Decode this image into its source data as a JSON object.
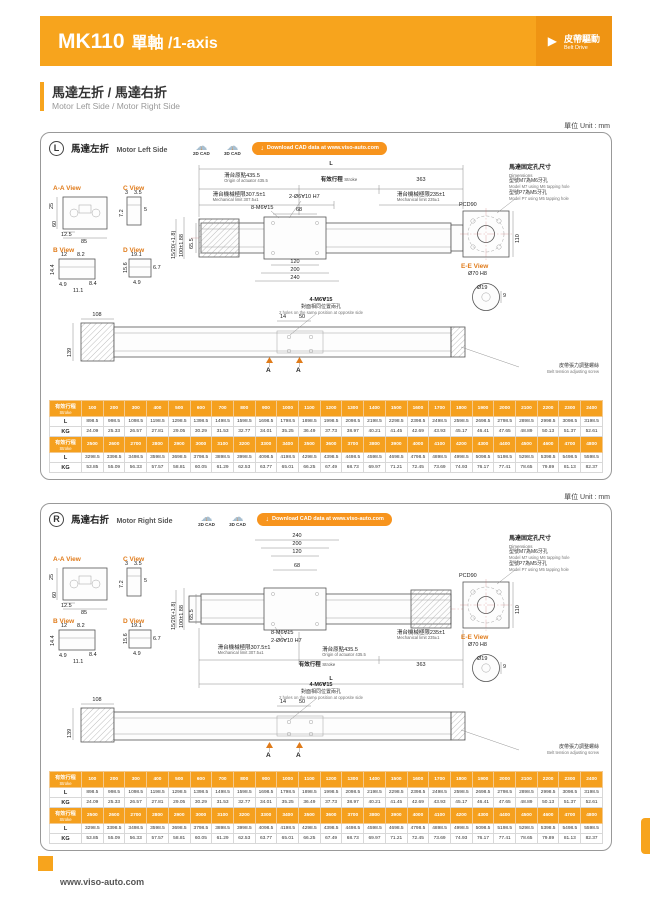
{
  "header": {
    "model": "MK110",
    "series": "單軸 /1-axis",
    "drive_zh": "皮帶驅動",
    "drive_en": "Belt Drive"
  },
  "section": {
    "title_zh": "馬達左折 / 馬達右折",
    "subtitle_en": "Motor Left Side / Motor Right Side"
  },
  "unit_note": "單位 Unit : mm",
  "cad": {
    "c2d": "2D CAD",
    "c3d": "3D CAD",
    "download": "Download CAD data at www.viso-auto.com"
  },
  "panels": [
    {
      "badge": "L",
      "title_zh": "馬達左折",
      "title_en": "Motor Left Side"
    },
    {
      "badge": "R",
      "title_zh": "馬達右折",
      "title_en": "Motor Right Side"
    }
  ],
  "views": {
    "aa": "A-A View",
    "c": "C View",
    "b": "B View",
    "d": "D View",
    "ee": "E-E View"
  },
  "dims": {
    "L": "L",
    "origin_zh": "滑台原點435.5",
    "origin_en": "Origin of actuator 435.5",
    "stroke_zh": "有效行程",
    "stroke_en": "Stroke",
    "d363": "363",
    "mech307_zh": "滑台機械極限307.5±1",
    "mech307_en": "Mechanical limit 307.5±1",
    "holes2": "2-Ø6∀10 H7",
    "mech235_zh": "滑台機械極限235±1",
    "mech235_en": "Mechanical limit 235±1",
    "holes8": "8-M6∀15",
    "d68": "68",
    "d120": "120",
    "d200": "200",
    "d240": "240",
    "d655": "65.5",
    "d100": "100±1.88",
    "d1520": "15/20(+1.8)",
    "d110": "110",
    "pcd": "PCD90",
    "motor_title_zh": "馬達固定孔尺寸",
    "motor_title_en": "Dimensions",
    "m7_zh": "型號M7為M6牙孔",
    "m7_en": "Model M7 using M6 tapping hole",
    "p7_zh": "型號P7為M5牙孔",
    "p7_en": "Model P7 using M5 tapping hole",
    "d70": "Ø70 H8",
    "d19": "Ø19",
    "d9": "9",
    "d108": "108",
    "d139": "139",
    "d14": "14",
    "d50": "50",
    "holes4": "4-M6∀15",
    "holes4_zh": "對面相同位置兩孔",
    "holes4_en": "2 holes on the same position at opposite side",
    "belt_zh": "皮帶張力調整螺絲",
    "belt_en": "Belt tension adjusting screw",
    "a": "A",
    "aa_25": "25",
    "aa_60": "60",
    "aa_125": "12.5",
    "aa_85": "85",
    "c_3": "3",
    "c_35": "3.5",
    "c_72": "7.2",
    "c_5": "5",
    "b_12": "12",
    "b_82": "8.2",
    "b_144": "14.4",
    "b_84": "8.4",
    "b_49": "4.9",
    "b_111": "11.1",
    "d_191": "19.1",
    "d_156": "15.6",
    "d_67": "6.7",
    "d_49": "4.9"
  },
  "table": {
    "stroke_zh": "有效行程",
    "stroke_en": "Stroke",
    "row_l": "L",
    "row_kg": "KG",
    "strokes1": [
      100,
      200,
      300,
      400,
      500,
      600,
      700,
      800,
      900,
      1000,
      1100,
      1200,
      1300,
      1400,
      1500,
      1600,
      1700,
      1800,
      1900,
      2000,
      2100,
      2200,
      2300,
      2400
    ],
    "l1": [
      898.5,
      998.5,
      1098.5,
      1198.5,
      1298.5,
      1398.5,
      1498.5,
      1598.5,
      1698.5,
      1798.5,
      1898.5,
      1998.5,
      2098.5,
      2198.5,
      2298.5,
      2398.5,
      2498.5,
      2598.5,
      2698.5,
      2798.5,
      2898.5,
      2998.5,
      3098.5,
      3198.5
    ],
    "kg1": [
      24.09,
      25.33,
      26.57,
      27.81,
      29.05,
      30.29,
      31.53,
      32.77,
      34.01,
      35.25,
      36.49,
      37.73,
      38.97,
      40.21,
      41.45,
      42.69,
      43.93,
      45.17,
      46.41,
      47.65,
      48.89,
      50.13,
      51.37,
      52.61
    ],
    "strokes2": [
      2500,
      2600,
      2700,
      2800,
      2900,
      3000,
      3100,
      3200,
      3300,
      3400,
      3500,
      3600,
      3700,
      3800,
      3900,
      4000,
      4100,
      4200,
      4300,
      4400,
      4500,
      4600,
      4700,
      4800
    ],
    "l2": [
      3298.5,
      3398.5,
      3498.5,
      3598.5,
      3698.5,
      3798.5,
      3898.5,
      3998.5,
      4098.5,
      4198.5,
      4298.5,
      4398.5,
      4498.5,
      4598.5,
      4698.5,
      4798.5,
      4898.5,
      4998.5,
      5098.5,
      5198.5,
      5298.5,
      5398.5,
      5498.5,
      5598.5
    ],
    "kg2": [
      53.85,
      55.09,
      56.33,
      57.57,
      58.81,
      60.05,
      61.29,
      62.53,
      63.77,
      65.01,
      66.25,
      67.49,
      68.73,
      69.97,
      71.21,
      72.45,
      73.69,
      74.93,
      76.17,
      77.41,
      78.65,
      79.89,
      81.13,
      82.37
    ]
  },
  "footer": {
    "site": "www.viso-auto.com"
  }
}
